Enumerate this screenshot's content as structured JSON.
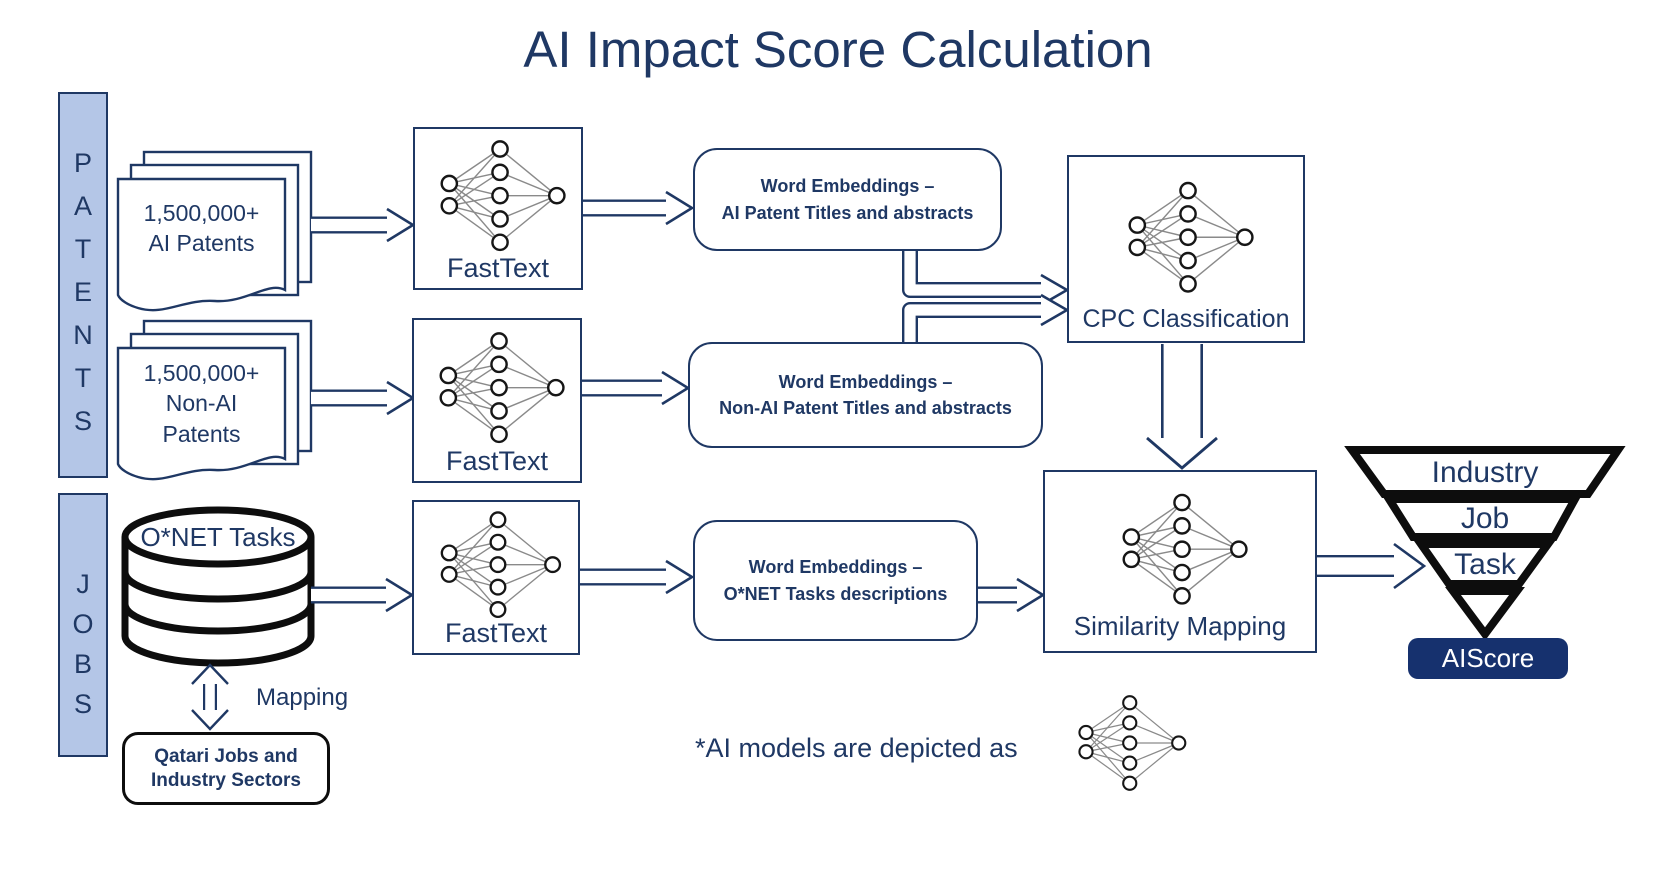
{
  "title": "AI Impact Score Calculation",
  "bars": {
    "patents": {
      "letters": [
        "P",
        "A",
        "T",
        "E",
        "N",
        "T",
        "S"
      ]
    },
    "jobs": {
      "letters": [
        "J",
        "O",
        "B",
        "S"
      ]
    }
  },
  "nodes": {
    "ai_patents": {
      "lines": [
        "1,500,000+",
        "AI Patents"
      ]
    },
    "non_ai_patents": {
      "lines": [
        "1,500,000+",
        "Non-AI",
        "Patents"
      ]
    },
    "onet_db": {
      "label": "O*NET Tasks"
    },
    "fasttext1": {
      "label": "FastText"
    },
    "fasttext2": {
      "label": "FastText"
    },
    "fasttext3": {
      "label": "FastText"
    },
    "embed_ai": {
      "lines": [
        "Word Embeddings –",
        "AI Patent Titles and abstracts"
      ]
    },
    "embed_non_ai": {
      "lines": [
        "Word Embeddings –",
        "Non-AI Patent Titles and abstracts"
      ]
    },
    "embed_onet": {
      "lines": [
        "Word Embeddings –",
        "O*NET Tasks descriptions"
      ]
    },
    "cpc": {
      "label": "CPC Classification"
    },
    "similarity": {
      "label": "Similarity Mapping"
    },
    "mapping_label": "Mapping",
    "qatari": {
      "lines": [
        "Qatari Jobs and",
        "Industry Sectors"
      ]
    },
    "funnel": {
      "levels": [
        "Industry",
        "Job",
        "Task"
      ]
    },
    "aiscore": {
      "label": "AIScore"
    }
  },
  "footnote": {
    "text": "*AI models are depicted as"
  },
  "colors": {
    "navy": "#1F3864",
    "bar_fill": "#B4C6E7",
    "badge_fill": "#16316E",
    "funnel_black": "#0D0D0D",
    "nn_edge_gray": "#8A8A8A",
    "background": "#FFFFFF"
  }
}
